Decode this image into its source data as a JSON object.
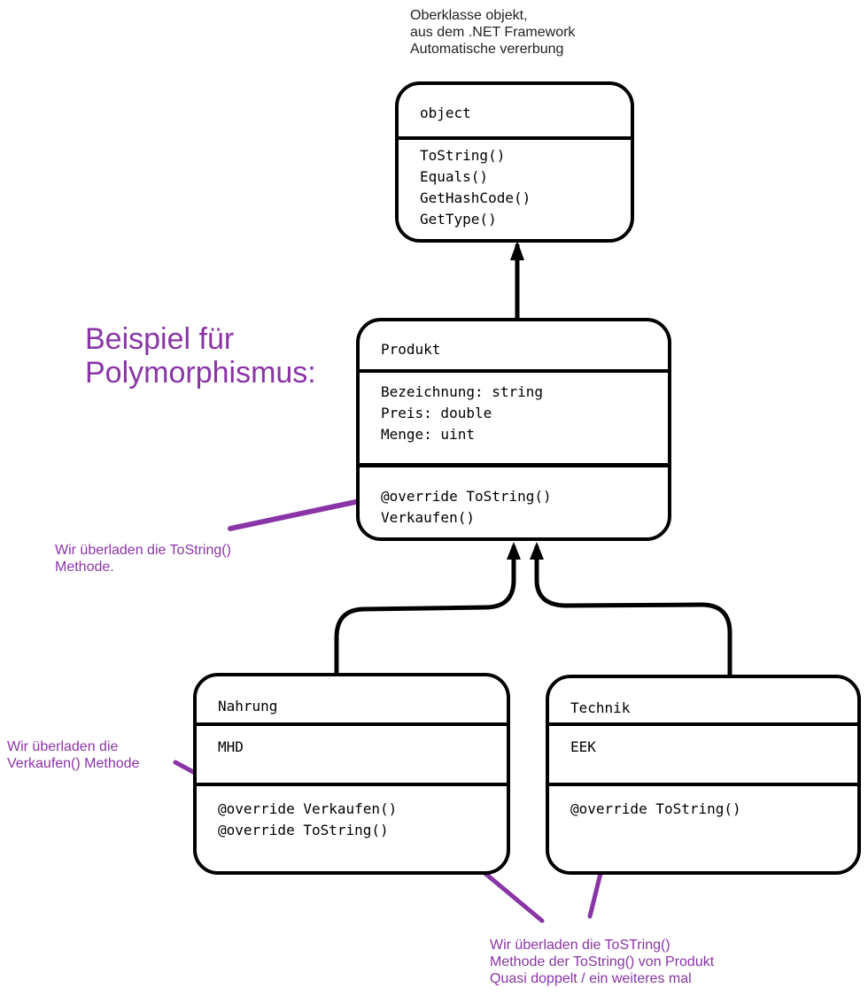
{
  "diagram": {
    "title": "Beispiel für\nPolymorphismus:",
    "colors": {
      "stroke": "#000000",
      "annotation": "#8a35a6",
      "note_text": "#222222"
    },
    "classes": {
      "object": {
        "name": "object",
        "attributes": [],
        "methods": [
          "ToString()",
          "Equals()",
          "GetHashCode()",
          "GetType()"
        ]
      },
      "produkt": {
        "name": "Produkt",
        "attributes": [
          "Bezeichnung: string",
          "Preis: double",
          "Menge: uint"
        ],
        "methods": [
          "@override ToString()",
          "Verkaufen()"
        ]
      },
      "nahrung": {
        "name": "Nahrung",
        "attributes": [
          "MHD"
        ],
        "methods": [
          "@override Verkaufen()",
          "@override ToString()"
        ]
      },
      "technik": {
        "name": "Technik",
        "attributes": [
          "EEK"
        ],
        "methods": [
          "@override ToString()"
        ]
      }
    },
    "relations": [
      {
        "from": "Produkt",
        "to": "object",
        "type": "inheritance"
      },
      {
        "from": "Nahrung",
        "to": "Produkt",
        "type": "inheritance"
      },
      {
        "from": "Technik",
        "to": "Produkt",
        "type": "inheritance"
      }
    ],
    "notes": {
      "object_note": "Oberklasse objekt,\naus dem .NET Framework\nAutomatische vererbung",
      "produkt_note": "Wir überladen die ToString()\nMethode.",
      "nahrung_note": "Wir überladen die\nVerkaufen() Methode",
      "bottom_note": "Wir überladen die ToSTring()\nMethode der ToString() von Produkt\nQuasi doppelt / ein weiteres mal"
    }
  }
}
